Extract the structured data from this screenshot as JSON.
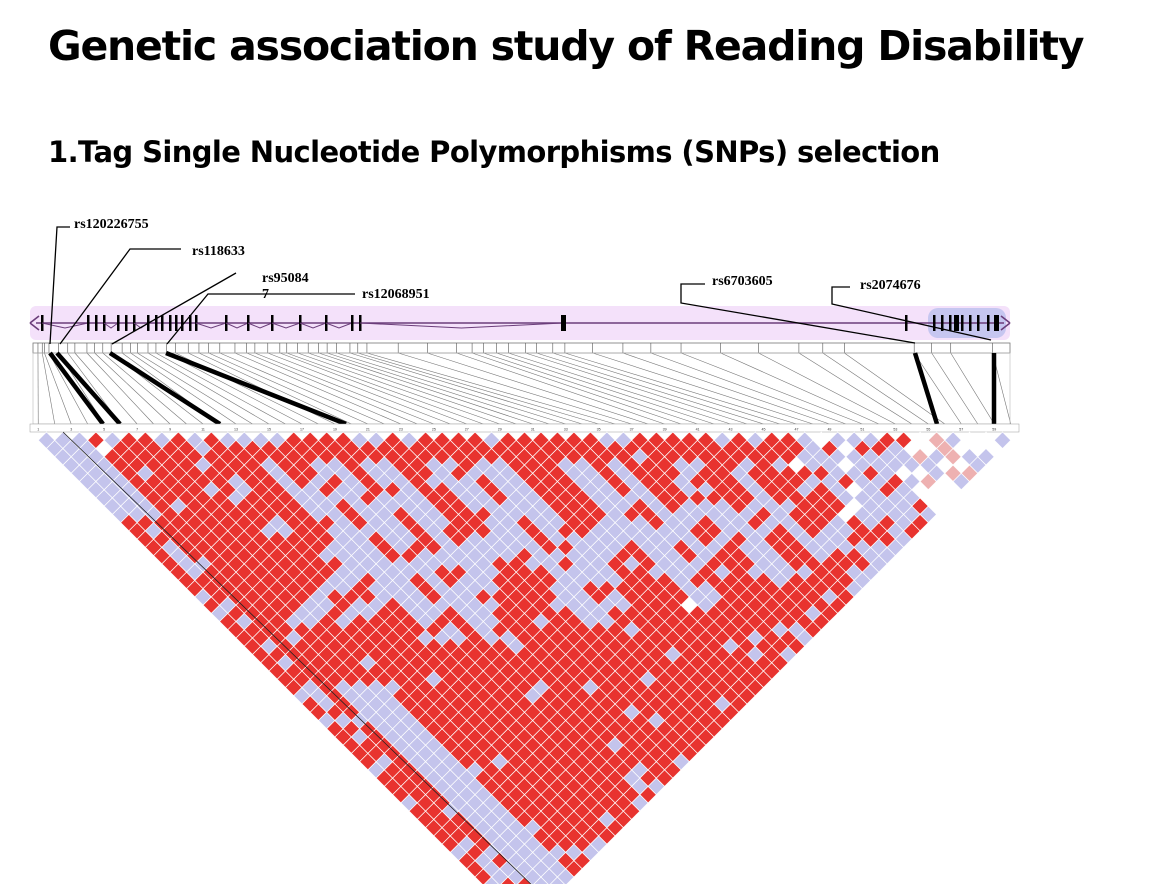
{
  "slide": {
    "title": "Genetic association study of Reading Disability",
    "subtitle": "1.Tag Single Nucleotide Polymorphisms (SNPs) selection"
  },
  "tag_snps": [
    {
      "label": "rs120226755"
    },
    {
      "label": "rs118633"
    },
    {
      "label": "rs95084",
      "label_cont": "7"
    },
    {
      "label": "rs12068951"
    },
    {
      "label": "rs6703605"
    },
    {
      "label": "rs2074676"
    }
  ],
  "ld_plot": {
    "marker_count": 60,
    "colors": {
      "strong_ld": "#e8332f",
      "weak_ld": "#c4c4ec",
      "no_ld": "#ffffff",
      "intermediate": "#eeb1b1",
      "gene_track": "#f4e1fa",
      "gene_line": "#6b3d7a"
    }
  }
}
